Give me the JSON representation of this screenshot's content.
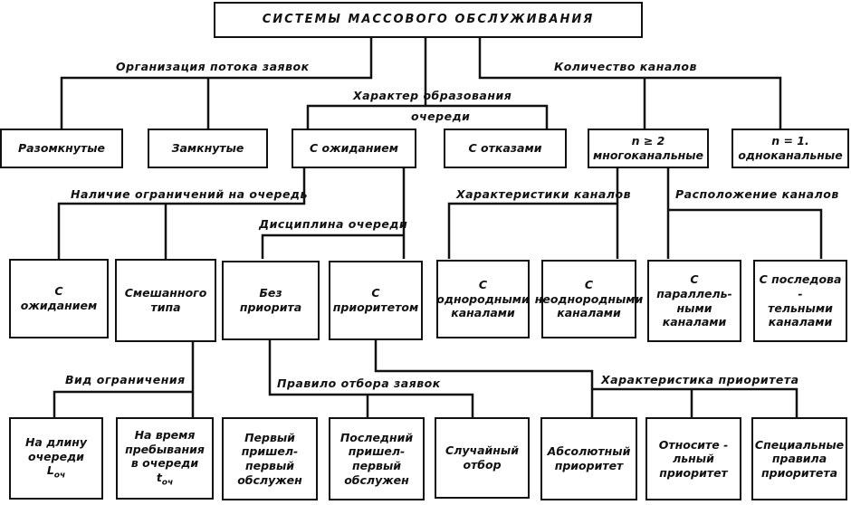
{
  "root": "СИСТЕМЫ     МАССОВОГО     ОБСЛУЖИВАНИЯ",
  "labels": {
    "flow_org": "Организация потока заявок",
    "queue_char": "Характер образования",
    "queue_char2": "очереди",
    "channels_count": "Количество каналов",
    "queue_limits": "Наличие ограничений на очередь",
    "queue_discipline": "Дисциплина очереди",
    "channel_char": "Характеристики каналов",
    "channel_layout": "Расположение каналов",
    "limit_type": "Вид ограничения",
    "select_rule": "Правило отбора заявок",
    "priority_char": "Характеристика приоритета"
  },
  "nodes": {
    "open": "Разомкнутые",
    "closed": "Замкнутые",
    "waiting": "С ожиданием",
    "refusals": "С отказами",
    "multi": "n ≥ 2\nмногоканальные",
    "single": "n = 1.\nодноканальные",
    "q_wait": "С\nожиданием",
    "mixed": "Смешанного\nтипа",
    "no_priority": "Без\nприорита",
    "priority": "С\nприоритетом",
    "homog": "С\nоднородными\nканалами",
    "heterog": "С\nнеоднородными\nканалами",
    "parallel": "С параллель-\nными\nканалами",
    "serial": "С последова -\nтельными\nканалами",
    "len_limit": "На длину\nочереди",
    "len_limit_sym": "L",
    "len_limit_sub": "оч",
    "time_limit": "На время\nпребывания\nв очереди",
    "time_limit_sym": "t",
    "time_limit_sub": "оч",
    "fifo": "Первый\nпришел-\nпервый\nобслужен",
    "lifo": "Последний\nпришел-\nпервый\nобслужен",
    "random": "Случайный\nотбор",
    "absolute": "Абсолютный\nприоритет",
    "relative": "Относите -\nльный\nприоритет",
    "special": "Специальные\nправила\nприоритета"
  }
}
